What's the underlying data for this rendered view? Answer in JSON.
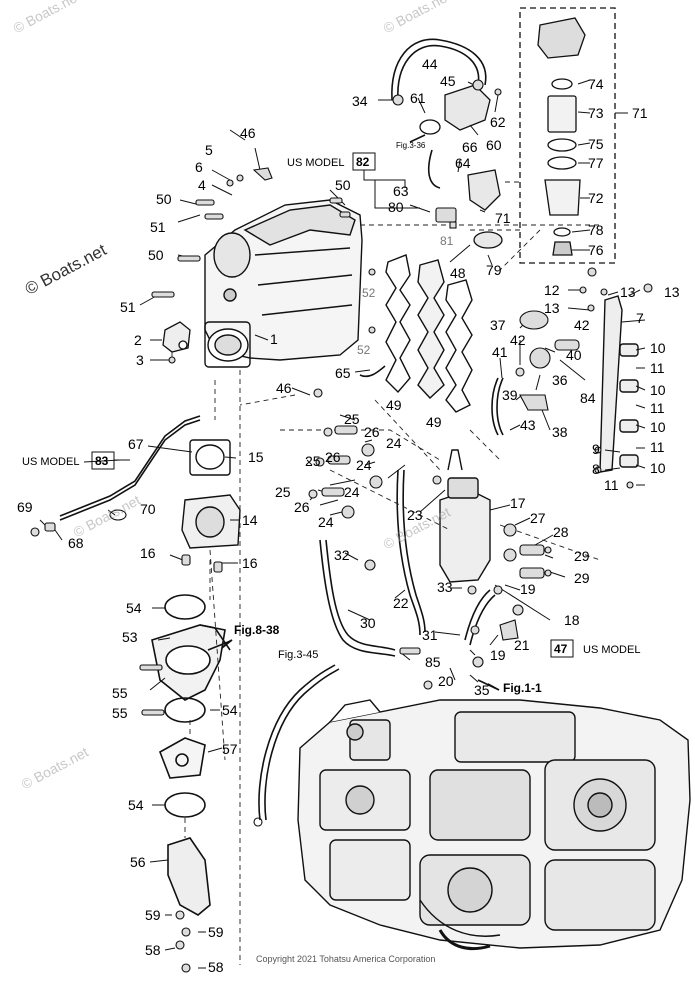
{
  "watermarks": {
    "corner": "© Boats.net",
    "main": "© Boats.net"
  },
  "copyright": "Copyright 2021 Tohatsu America Corporation",
  "models": {
    "us_model_82": "US MODEL",
    "us_model_83": "US MODEL",
    "us_model_47": "US MODEL",
    "box_82": "82",
    "box_83": "83",
    "box_47": "47"
  },
  "refs": {
    "fig_3_36": "Fig.3-36",
    "fig_8_38": "Fig.8-38",
    "fig_3_45": "Fig.3-45",
    "fig_1_1": "Fig.1-1"
  },
  "callouts": [
    "1",
    "2",
    "3",
    "4",
    "5",
    "6",
    "7",
    "8",
    "9",
    "10",
    "11",
    "12",
    "13",
    "14",
    "15",
    "16",
    "17",
    "18",
    "19",
    "20",
    "21",
    "22",
    "23",
    "24",
    "25",
    "26",
    "27",
    "28",
    "29",
    "30",
    "31",
    "32",
    "33",
    "34",
    "35",
    "36",
    "37",
    "38",
    "39",
    "40",
    "41",
    "42",
    "43",
    "44",
    "45",
    "46",
    "48",
    "49",
    "50",
    "51",
    "52",
    "53",
    "54",
    "55",
    "56",
    "57",
    "58",
    "59",
    "60",
    "61",
    "62",
    "63",
    "64",
    "65",
    "66",
    "67",
    "68",
    "69",
    "70",
    "71",
    "72",
    "73",
    "74",
    "75",
    "76",
    "77",
    "78",
    "79",
    "80",
    "81",
    "84",
    "85"
  ]
}
